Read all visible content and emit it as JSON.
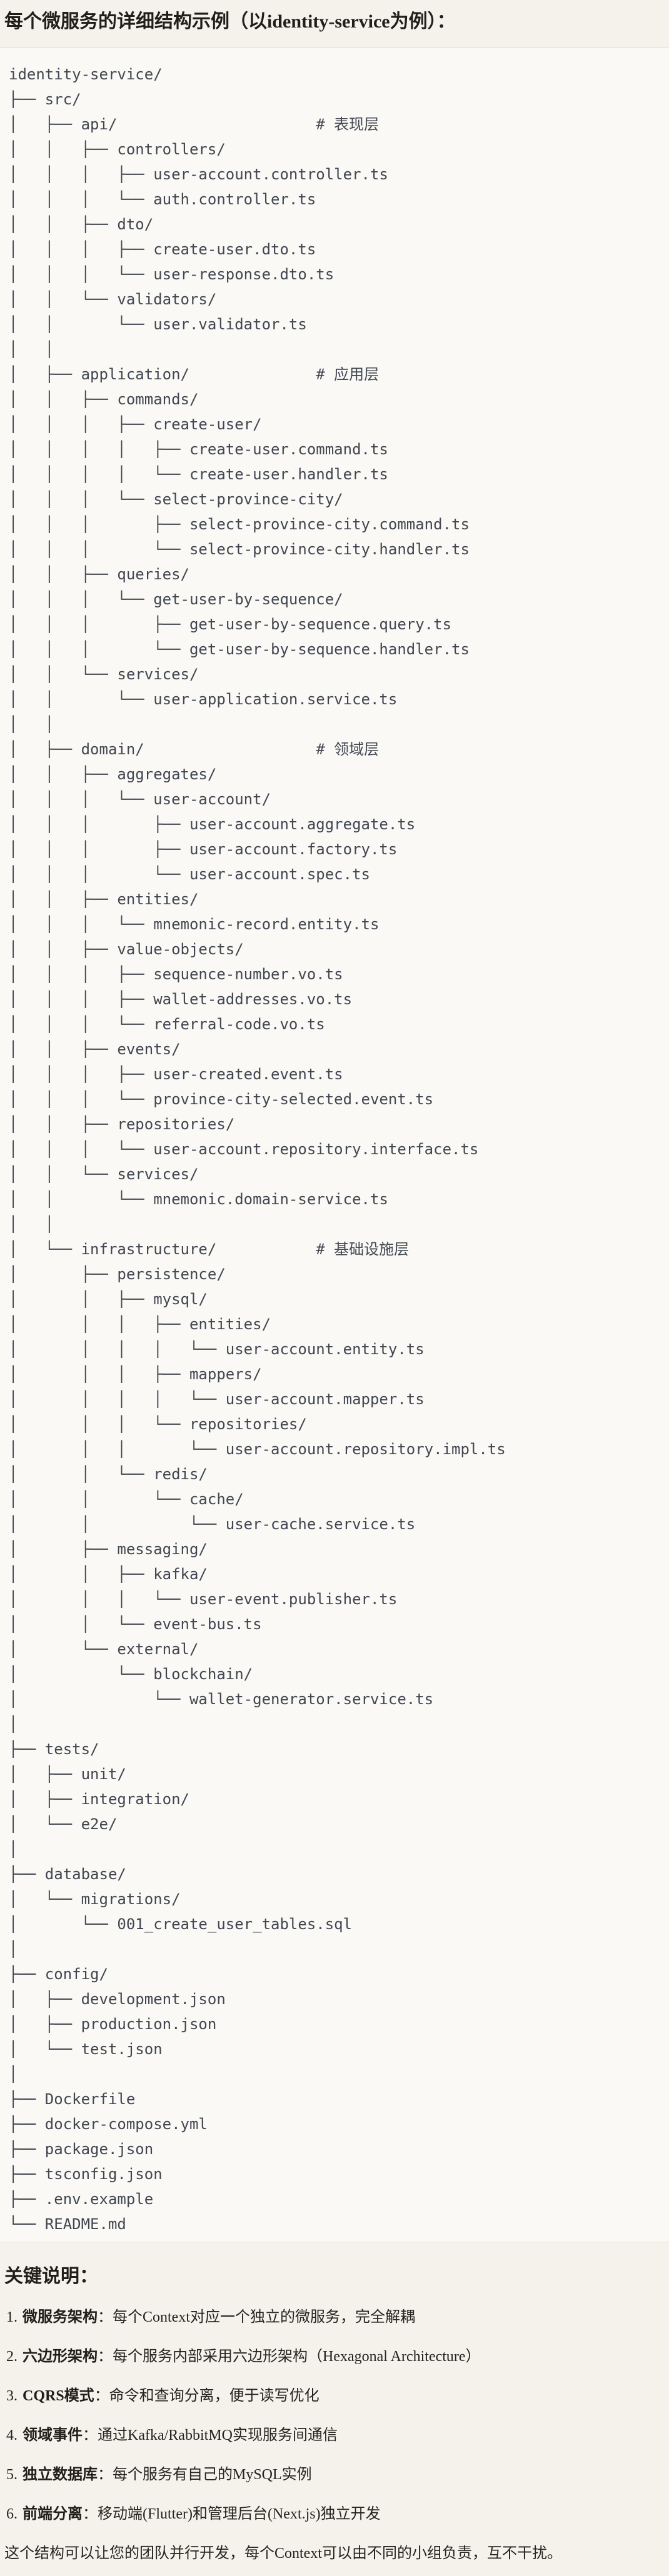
{
  "title": "每个微服务的详细结构示例（以identity-service为例）：",
  "tree_text": "identity-service/\n├── src/\n│   ├── api/                      # 表现层\n│   │   ├── controllers/\n│   │   │   ├── user-account.controller.ts\n│   │   │   └── auth.controller.ts\n│   │   ├── dto/\n│   │   │   ├── create-user.dto.ts\n│   │   │   └── user-response.dto.ts\n│   │   └── validators/\n│   │       └── user.validator.ts\n│   │\n│   ├── application/              # 应用层\n│   │   ├── commands/\n│   │   │   ├── create-user/\n│   │   │   │   ├── create-user.command.ts\n│   │   │   │   └── create-user.handler.ts\n│   │   │   └── select-province-city/\n│   │   │       ├── select-province-city.command.ts\n│   │   │       └── select-province-city.handler.ts\n│   │   ├── queries/\n│   │   │   └── get-user-by-sequence/\n│   │   │       ├── get-user-by-sequence.query.ts\n│   │   │       └── get-user-by-sequence.handler.ts\n│   │   └── services/\n│   │       └── user-application.service.ts\n│   │\n│   ├── domain/                   # 领域层\n│   │   ├── aggregates/\n│   │   │   └── user-account/\n│   │   │       ├── user-account.aggregate.ts\n│   │   │       ├── user-account.factory.ts\n│   │   │       └── user-account.spec.ts\n│   │   ├── entities/\n│   │   │   └── mnemonic-record.entity.ts\n│   │   ├── value-objects/\n│   │   │   ├── sequence-number.vo.ts\n│   │   │   ├── wallet-addresses.vo.ts\n│   │   │   └── referral-code.vo.ts\n│   │   ├── events/\n│   │   │   ├── user-created.event.ts\n│   │   │   └── province-city-selected.event.ts\n│   │   ├── repositories/\n│   │   │   └── user-account.repository.interface.ts\n│   │   └── services/\n│   │       └── mnemonic.domain-service.ts\n│   │\n│   └── infrastructure/           # 基础设施层\n│       ├── persistence/\n│       │   ├── mysql/\n│       │   │   ├── entities/\n│       │   │   │   └── user-account.entity.ts\n│       │   │   ├── mappers/\n│       │   │   │   └── user-account.mapper.ts\n│       │   │   └── repositories/\n│       │   │       └── user-account.repository.impl.ts\n│       │   └── redis/\n│       │       └── cache/\n│       │           └── user-cache.service.ts\n│       ├── messaging/\n│       │   ├── kafka/\n│       │   │   └── user-event.publisher.ts\n│       │   └── event-bus.ts\n│       └── external/\n│           └── blockchain/\n│               └── wallet-generator.service.ts\n│\n├── tests/\n│   ├── unit/\n│   ├── integration/\n│   └── e2e/\n│\n├── database/\n│   └── migrations/\n│       └── 001_create_user_tables.sql\n│\n├── config/\n│   ├── development.json\n│   ├── production.json\n│   └── test.json\n│\n├── Dockerfile\n├── docker-compose.yml\n├── package.json\n├── tsconfig.json\n├── .env.example\n└── README.md",
  "notes_heading": "关键说明：",
  "notes": [
    {
      "num": "1.",
      "term": "微服务架构",
      "desc": "：每个Context对应一个独立的微服务，完全解耦"
    },
    {
      "num": "2.",
      "term": "六边形架构",
      "desc": "：每个服务内部采用六边形架构（Hexagonal Architecture）"
    },
    {
      "num": "3.",
      "term": "CQRS模式",
      "desc": "：命令和查询分离，便于读写优化"
    },
    {
      "num": "4.",
      "term": "领域事件",
      "desc": "：通过Kafka/RabbitMQ实现服务间通信"
    },
    {
      "num": "5.",
      "term": "独立数据库",
      "desc": "：每个服务有自己的MySQL实例"
    },
    {
      "num": "6.",
      "term": "前端分离",
      "desc": "：移动端(Flutter)和管理后台(Next.js)独立开发"
    }
  ],
  "closing": "这个结构可以让您的团队并行开发，每个Context可以由不同的小组负责，互不干扰。",
  "colors": {
    "page_bg": "#F4F2EB",
    "code_block_bg": "#FAF9F6",
    "code_block_border": "#E4E1D6",
    "tree_text": "#414650",
    "heading_text": "#1F1E19",
    "body_text": "#26241E"
  }
}
